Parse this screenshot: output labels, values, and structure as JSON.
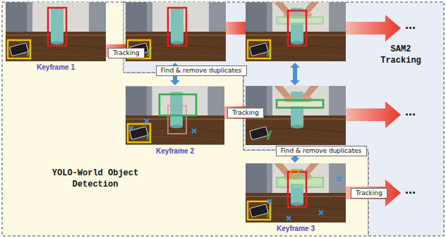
{
  "diagram": {
    "nodes": [
      {
        "text": [
          "YOLO-World Object Detection"
        ]
      },
      {
        "text": [
          "SAM2 Tracking"
        ]
      },
      {
        "text": [
          "Keyframe 1"
        ],
        "in": 0
      },
      {
        "text": [
          "Keyframe 2"
        ],
        "in": 0
      },
      {
        "text": [
          "Keyframe 3"
        ],
        "in": 0
      },
      {
        "text": [
          "Tracking"
        ]
      },
      {
        "text": [
          "Tracking"
        ]
      },
      {
        "text": [
          "Tracking"
        ]
      },
      {
        "text": [
          "Find & remove duplicates"
        ]
      },
      {
        "text": [
          "Find & remove duplicates"
        ]
      }
    ],
    "labels": [
      "...",
      "...",
      "..."
    ]
  }
}
